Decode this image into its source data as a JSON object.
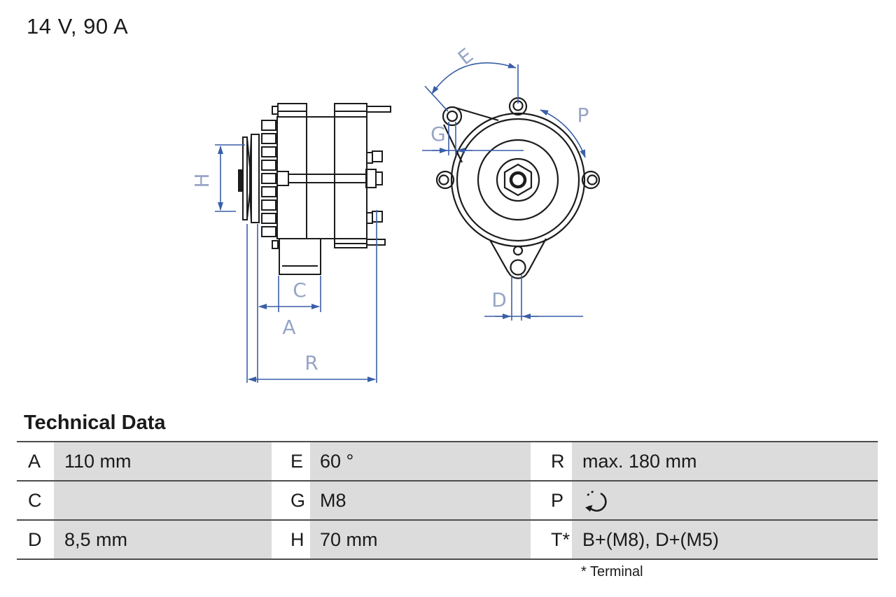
{
  "title": "14 V, 90 A",
  "drawing": {
    "labels": {
      "H": "H",
      "C": "C",
      "A": "A",
      "R": "R",
      "E": "E",
      "G": "G",
      "P": "P",
      "D": "D"
    }
  },
  "technical_data": {
    "heading": "Technical Data",
    "rows": [
      {
        "cells": [
          {
            "key": "A",
            "value": "110 mm"
          },
          {
            "key": "E",
            "value": "60 °"
          },
          {
            "key": "R",
            "value": "max. 180 mm"
          }
        ]
      },
      {
        "cells": [
          {
            "key": "C",
            "value": ""
          },
          {
            "key": "G",
            "value": "M8"
          },
          {
            "key": "P",
            "value": "",
            "icon": "rotation-direction"
          }
        ]
      },
      {
        "cells": [
          {
            "key": "D",
            "value": "8,5 mm"
          },
          {
            "key": "H",
            "value": "70 mm"
          },
          {
            "key": "T*",
            "value": "B+(M8), D+(M5)"
          }
        ]
      }
    ],
    "footnote": "* Terminal"
  },
  "colors": {
    "line_black": "#1c1c1c",
    "dimension_blue": "#3a5fa8",
    "label_blue": "#97a5c6",
    "cell_gray": "#dcdcdd",
    "rule_gray": "#4d4d4d"
  }
}
